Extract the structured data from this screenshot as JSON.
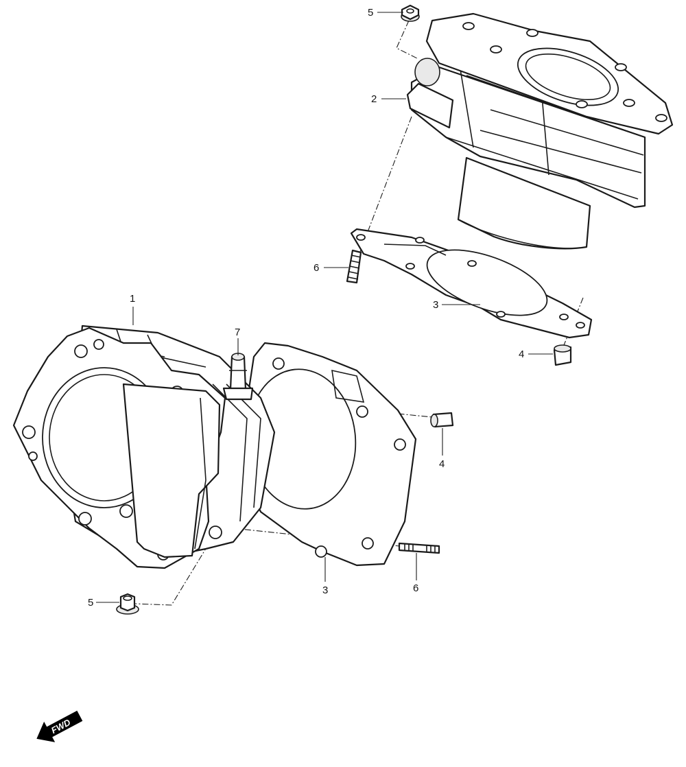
{
  "callouts": [
    {
      "id": "top-nut",
      "label": "5"
    },
    {
      "id": "top-cylinder",
      "label": "2"
    },
    {
      "id": "top-stud",
      "label": "6"
    },
    {
      "id": "top-gasket",
      "label": "3"
    },
    {
      "id": "top-dowel",
      "label": "4"
    },
    {
      "id": "front-cylinder",
      "label": "1"
    },
    {
      "id": "front-fitting",
      "label": "7"
    },
    {
      "id": "front-dowel",
      "label": "4"
    },
    {
      "id": "front-gasket",
      "label": "3"
    },
    {
      "id": "front-stud",
      "label": "6"
    },
    {
      "id": "front-nut",
      "label": "5"
    }
  ],
  "direction_badge": {
    "label": "FWD"
  },
  "colors": {
    "line": "#1a1a1a",
    "background": "#ffffff",
    "badge": "#000000"
  }
}
